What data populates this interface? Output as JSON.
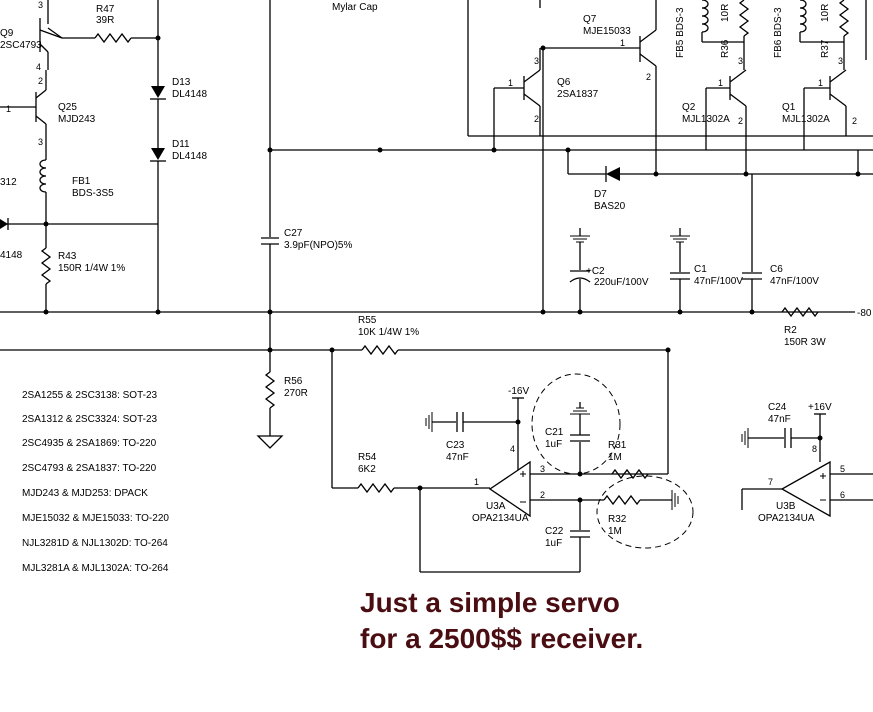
{
  "title": "",
  "caption": {
    "line1": "Just a simple servo",
    "line2": "for a 2500$$ receiver.",
    "color": "#4a0e12"
  },
  "components": {
    "q9": {
      "ref": "Q9",
      "value": "2SC4793"
    },
    "r47": {
      "ref": "R47",
      "value": "39R"
    },
    "q25": {
      "ref": "Q25",
      "value": "MJD243"
    },
    "d13": {
      "ref": "D13",
      "value": "DL4148"
    },
    "d11": {
      "ref": "D11",
      "value": "DL4148"
    },
    "fb1": {
      "ref": "FB1",
      "value": "BDS-3S5"
    },
    "r43": {
      "ref": "R43",
      "value": "150R 1/4W 1%"
    },
    "left_partial_a": "312",
    "left_partial_b": "4148",
    "mylar": "Mylar Cap",
    "c27": {
      "ref": "C27",
      "value": "3.9pF(NPO)5%"
    },
    "r55": {
      "ref": "R55",
      "value": "10K 1/4W 1%"
    },
    "r56": {
      "ref": "R56",
      "value": "270R"
    },
    "q7": {
      "ref": "Q7",
      "value": "MJE15033"
    },
    "q6": {
      "ref": "Q6",
      "value": "2SA1837"
    },
    "fb5": "FB5 BDS-3",
    "r36": {
      "ref": "R36",
      "value": "10R"
    },
    "fb6": "FB6 BDS-3",
    "r37": {
      "ref": "R37",
      "value": "10R"
    },
    "q2": {
      "ref": "Q2",
      "value": "MJL1302A"
    },
    "q1": {
      "ref": "Q1",
      "value": "MJL1302A"
    },
    "d7": {
      "ref": "D7",
      "value": "BAS20"
    },
    "c2": {
      "ref": "+C2",
      "value": "220uF/100V"
    },
    "c1": {
      "ref": "C1",
      "value": "47nF/100V"
    },
    "c6": {
      "ref": "C6",
      "value": "47nF/100V"
    },
    "r2": {
      "ref": "R2",
      "value": "150R 3W"
    },
    "neg80": "-80",
    "c23": {
      "ref": "C23",
      "value": "47nF"
    },
    "neg16": "-16V",
    "c21": {
      "ref": "C21",
      "value": "1uF"
    },
    "r31": {
      "ref": "R31",
      "value": "1M"
    },
    "r54": {
      "ref": "R54",
      "value": "6K2"
    },
    "u3a": {
      "ref": "U3A",
      "value": "OPA2134UA"
    },
    "r32": {
      "ref": "R32",
      "value": "1M"
    },
    "c22": {
      "ref": "C22",
      "value": "1uF"
    },
    "c24": {
      "ref": "C24",
      "value": "47nF"
    },
    "pos16": "+16V",
    "u3b": {
      "ref": "U3B",
      "value": "OPA2134UA"
    }
  },
  "pins": {
    "q9_4": "4",
    "q9_3": "3",
    "q25_1": "1",
    "q25_2": "2",
    "q25_3": "3",
    "q7_1": "1",
    "q7_2": "2",
    "q6_1": "1",
    "q6_3": "3",
    "q6_2": "2",
    "q2_1": "1",
    "q2_3": "3",
    "q2_2": "2",
    "q1_1": "1",
    "q1_3": "3",
    "q1_2": "2",
    "u3a_4": "4",
    "u3a_3": "3",
    "u3a_1": "1",
    "u3a_2": "2",
    "u3b_8": "8",
    "u3b_7": "7",
    "u3b_5": "5",
    "u3b_6": "6"
  },
  "package_notes": [
    "2SA1255 & 2SC3138: SOT-23",
    "2SA1312 & 2SC3324: SOT-23",
    "2SC4935 & 2SA1869: TO-220",
    "2SC4793 & 2SA1837: TO-220",
    "MJD243 & MJD253: DPACK",
    "MJE15032 & MJE15033: TO-220",
    "NJL3281D & NJL1302D: TO-264",
    "MJL3281A & MJL1302A: TO-264"
  ]
}
